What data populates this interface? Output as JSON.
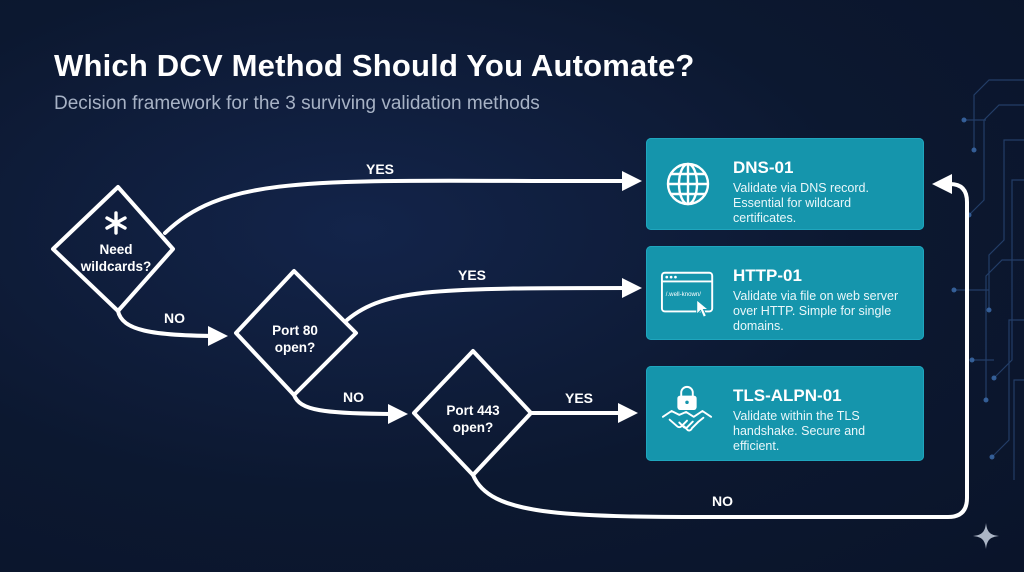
{
  "header": {
    "title": "Which DCV Method Should You Automate?",
    "subtitle": "Decision framework for the 3 surviving validation methods"
  },
  "decisions": [
    {
      "id": "wildcards",
      "label": "Need wildcards?",
      "icon": "asterisk-icon"
    },
    {
      "id": "port80",
      "label": "Port 80 open?"
    },
    {
      "id": "port443",
      "label": "Port 443 open?"
    }
  ],
  "edges": {
    "wildcards_yes": "YES",
    "wildcards_no": "NO",
    "port80_yes": "YES",
    "port80_no": "NO",
    "port443_yes": "YES",
    "port443_no": "NO"
  },
  "methods": [
    {
      "name": "DNS-01",
      "description": "Validate via DNS record. Essential for wildcard certificates.",
      "icon": "globe-icon"
    },
    {
      "name": "HTTP-01",
      "description": "Validate via file on web server over HTTP. Simple for single domains.",
      "icon": "browser-window-icon",
      "icon_text": "/.well-known/"
    },
    {
      "name": "TLS-ALPN-01",
      "description": "Validate within the TLS handshake. Secure and efficient.",
      "icon": "lock-handshake-icon"
    }
  ],
  "colors": {
    "background": "#0d1a33",
    "card": "#1595ac",
    "line": "#ffffff"
  }
}
